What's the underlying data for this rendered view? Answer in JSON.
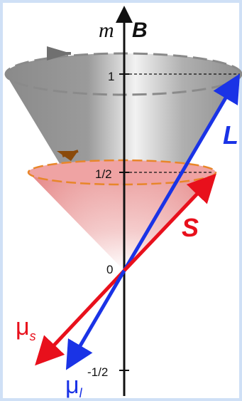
{
  "labels": {
    "m": "m",
    "B": "B",
    "L": "L",
    "S": "S",
    "mu_s": "μs",
    "mu_s_base": "μ",
    "mu_s_sub": "s",
    "mu_l_base": "μ",
    "mu_l_sub": "l"
  },
  "ticks": [
    "1",
    "1/2",
    "0",
    "-1/2"
  ],
  "colors": {
    "frame": "#cfe0f6",
    "L_vector": "#1a33e6",
    "S_vector": "#e8101c",
    "mu_s": "#e8101c",
    "mu_l": "#1a33e6",
    "upper_cone": "#8c8c8c",
    "lower_cone": "#e89a9a",
    "lower_ring": "#e8862a",
    "rotation_arrow_upper": "#707070",
    "rotation_arrow_lower": "#8a4a0a"
  }
}
